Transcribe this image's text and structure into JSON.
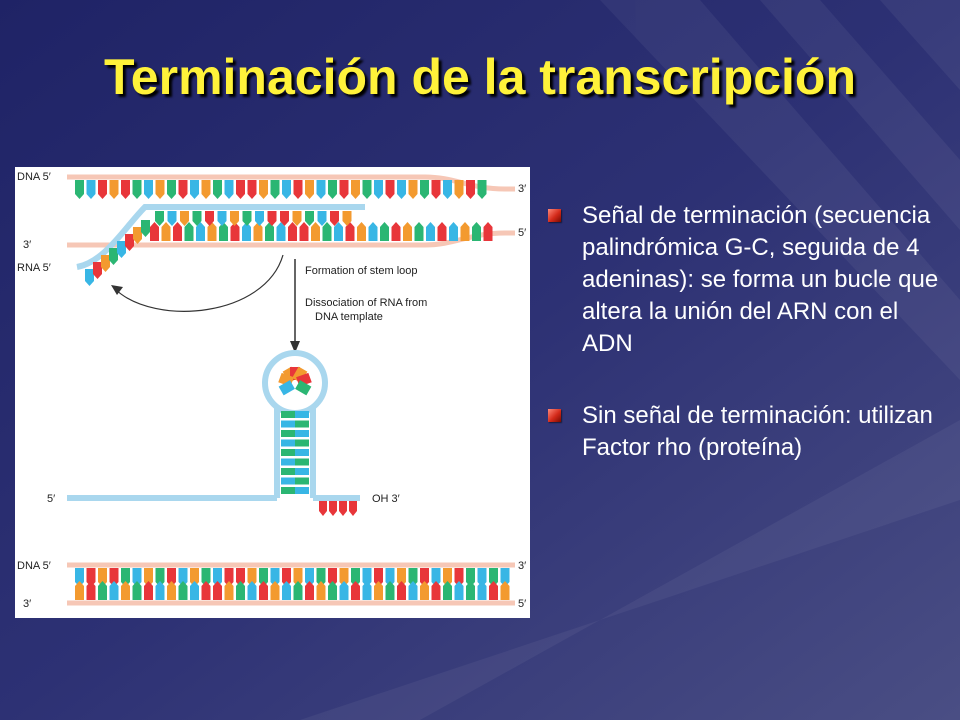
{
  "title": "Terminación de la transcripción",
  "colors": {
    "title": "#fff23a",
    "background": "#2a2e6e",
    "bullet_mark": "#d42a1a",
    "strand": "#f6c7b6",
    "rna_strand": "#a9d7ee",
    "base_green": "#2bb673",
    "base_cyan": "#38b6e5",
    "base_red": "#e8363a",
    "base_orange": "#f39a2f"
  },
  "figure": {
    "top_dna": {
      "dna_5": "DNA 5′",
      "end_3_top": "3′",
      "left_3": "3′",
      "right_5": "5′",
      "rna_5": "RNA 5′"
    },
    "step_1": "Formation of stem loop",
    "step_2_line1": "Dissociation of RNA from",
    "step_2_line2": "DNA template",
    "hairpin": {
      "five_prime": "5′",
      "oh_end": "OH 3′"
    },
    "bottom_dna": {
      "dna_5": "DNA 5′",
      "end_3_top": "3′",
      "left_3": "3′",
      "right_5": "5′"
    }
  },
  "bullets": [
    {
      "text": "Señal de terminación (secuencia palindrómica G-C, seguida de 4 adeninas): se forma un bucle que altera la unión del ARN con el ADN"
    },
    {
      "text": "Sin señal de terminación: utilizan Factor rho (proteína)"
    }
  ]
}
